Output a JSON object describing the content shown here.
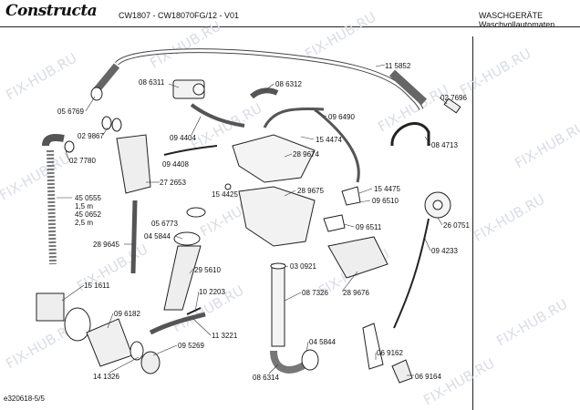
{
  "header": {
    "brand": "Constructa",
    "model": "CW1807 - CW18070FG/12 - V01",
    "category_line1": "WASCHGERÄTE",
    "category_line2": "Waschvollautomaten"
  },
  "watermark": "FIX-HUB.RU",
  "footer": "e320618-5/5",
  "parts": [
    {
      "id": "p1",
      "label": "08 6311"
    },
    {
      "id": "p2",
      "label": "08 6312"
    },
    {
      "id": "p3",
      "label": "11 5852"
    },
    {
      "id": "p4",
      "label": "02 7696"
    },
    {
      "id": "p5",
      "label": "05 6769"
    },
    {
      "id": "p6",
      "label": "02 9867"
    },
    {
      "id": "p7",
      "label": "02 7780"
    },
    {
      "id": "p8",
      "label": "09 4404"
    },
    {
      "id": "p9",
      "label": "09 6490"
    },
    {
      "id": "p10",
      "label": "15 4474"
    },
    {
      "id": "p11",
      "label": "08 4713"
    },
    {
      "id": "p12",
      "label": "28 9674"
    },
    {
      "id": "p13",
      "label": "09 4408"
    },
    {
      "id": "p14",
      "label": "27 2653"
    },
    {
      "id": "p15",
      "label": "15 4425"
    },
    {
      "id": "p16",
      "label": "28 9675"
    },
    {
      "id": "p17",
      "label": "15 4475"
    },
    {
      "id": "p18",
      "label": "09 6510"
    },
    {
      "id": "p19",
      "label": "45 0555"
    },
    {
      "id": "p20",
      "label": "1,5 m"
    },
    {
      "id": "p21",
      "label": "45 0652"
    },
    {
      "id": "p22",
      "label": "2,5 m"
    },
    {
      "id": "p23",
      "label": "26 0751"
    },
    {
      "id": "p24",
      "label": "05 6773"
    },
    {
      "id": "p25",
      "label": "04 5844"
    },
    {
      "id": "p26",
      "label": "09 6511"
    },
    {
      "id": "p27",
      "label": "28 9645"
    },
    {
      "id": "p28",
      "label": "09 4233"
    },
    {
      "id": "p29",
      "label": "29 5610"
    },
    {
      "id": "p30",
      "label": "03 0921"
    },
    {
      "id": "p31",
      "label": "15 1611"
    },
    {
      "id": "p32",
      "label": "10 2203"
    },
    {
      "id": "p33",
      "label": "08 7326"
    },
    {
      "id": "p34",
      "label": "28 9676"
    },
    {
      "id": "p35",
      "label": "09 6182"
    },
    {
      "id": "p36",
      "label": "11 3221"
    },
    {
      "id": "p37",
      "label": "09 5269"
    },
    {
      "id": "p38",
      "label": "04 5844"
    },
    {
      "id": "p39",
      "label": "06 9162"
    },
    {
      "id": "p40",
      "label": "14 1326"
    },
    {
      "id": "p41",
      "label": "08 6314"
    },
    {
      "id": "p42",
      "label": "06 9164"
    }
  ]
}
